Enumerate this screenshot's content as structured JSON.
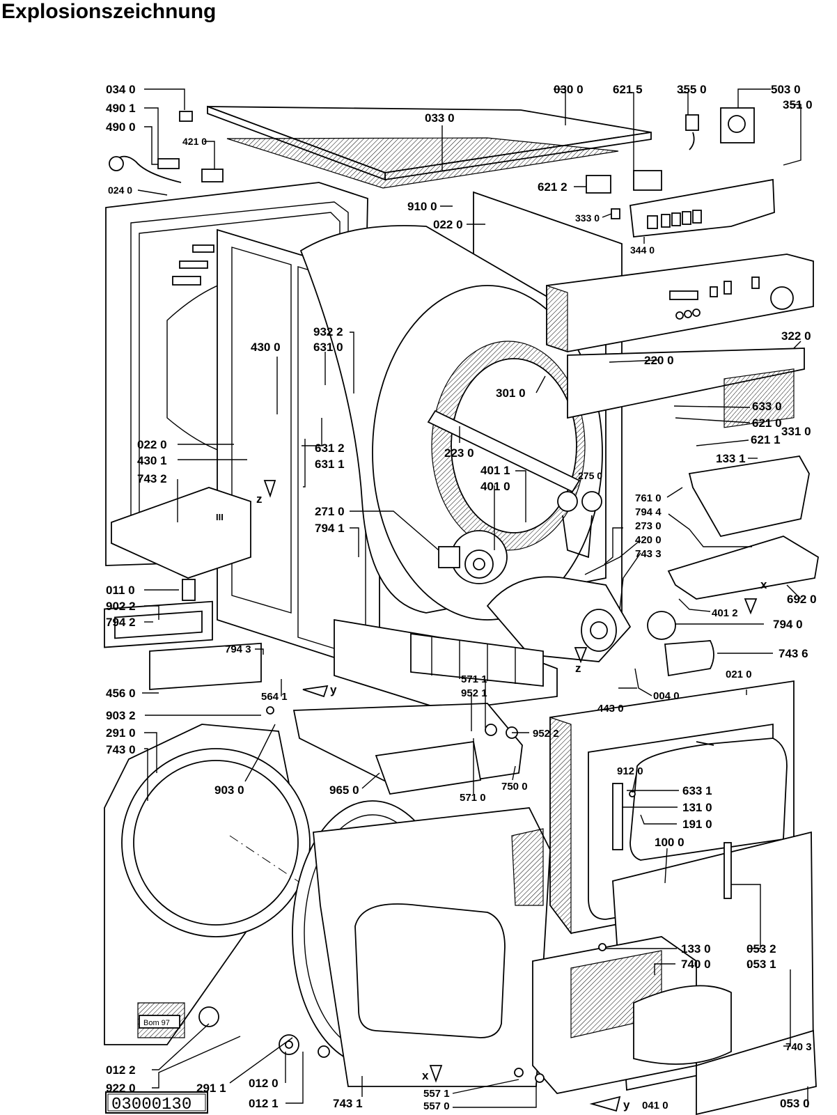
{
  "title": "Explosionszeichnung",
  "document_number": "03000130",
  "stamp_text": "Bom 97",
  "labels": {
    "p034_0": "034 0",
    "p490_1": "490 1",
    "p490_0": "490 0",
    "p421_0": "421 0",
    "p024_0": "024 0",
    "p030_0": "030 0",
    "p033_0": "033 0",
    "p621_5": "621 5",
    "p355_0": "355 0",
    "p503_0": "503 0",
    "p351_0": "351 0",
    "p621_2": "621 2",
    "p910_0": "910 0",
    "p022_0a": "022 0",
    "p333_0": "333 0",
    "p344_0": "344 0",
    "p932_2": "932 2",
    "p631_0": "631 0",
    "p430_0": "430 0",
    "p322_0": "322 0",
    "p220_0": "220 0",
    "p301_0": "301 0",
    "p633_0": "633 0",
    "p621_0": "621 0",
    "p331_0": "331 0",
    "p621_1": "621 1",
    "p133_1": "133 1",
    "p022_0b": "022 0",
    "p430_1": "430 1",
    "p743_2": "743 2",
    "p223_0": "223 0",
    "p631_2": "631 2",
    "p631_1": "631 1",
    "p401_1": "401 1",
    "p401_0": "401 0",
    "p275_0": "275 0",
    "p271_0": "271 0",
    "p794_1": "794 1",
    "p761_0": "761 0",
    "p794_4": "794 4",
    "p273_0": "273 0",
    "p420_0": "420 0",
    "p743_3": "743 3",
    "p011_0": "011 0",
    "p902_2": "902 2",
    "p794_2": "794 2",
    "p692_0": "692 0",
    "p401_2": "401 2",
    "p794_0": "794 0",
    "p794_3": "794 3",
    "p743_6": "743 6",
    "p571_1a": "571 1",
    "p952_1": "952 1",
    "p456_0": "456 0",
    "p564_1": "564 1",
    "p443_0": "443 0",
    "p004_0": "004 0",
    "p021_0": "021 0",
    "p903_2": "903 2",
    "p952_2": "952 2",
    "p291_0": "291 0",
    "p743_0": "743 0",
    "p903_0": "903 0",
    "p965_0": "965 0",
    "p571_0": "571 0",
    "p750_0": "750 0",
    "p912_0": "912 0",
    "p633_1": "633 1",
    "p131_0": "131 0",
    "p191_0": "191 0",
    "p100_0": "100 0",
    "p133_0": "133 0",
    "p053_2": "053 2",
    "p740_0": "740 0",
    "p053_1": "053 1",
    "p740_3": "740 3",
    "p012_2": "012 2",
    "p922_0": "922 0",
    "p291_1": "291 1",
    "p012_0": "012 0",
    "p012_1": "012 1",
    "p743_1": "743 1",
    "p557_1": "557 1",
    "p557_0": "557 0",
    "p041_0": "041 0",
    "p053_0": "053 0",
    "ax_z1": "z",
    "ax_z2": "z",
    "ax_x1": "x",
    "ax_x2": "x",
    "ax_y1": "y",
    "ax_y2": "y",
    "roman_3": "III"
  }
}
